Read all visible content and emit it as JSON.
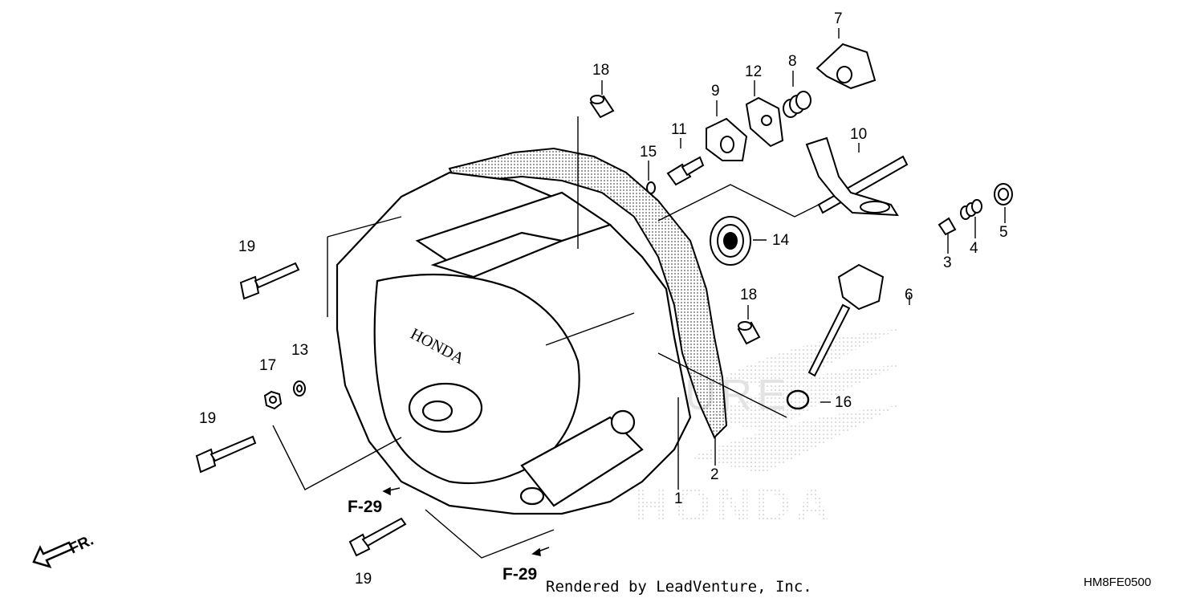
{
  "callouts": {
    "c1": "1",
    "c2": "2",
    "c3": "3",
    "c4": "4",
    "c5": "5",
    "c6": "6",
    "c7": "7",
    "c8": "8",
    "c9": "9",
    "c10": "10",
    "c11": "11",
    "c12": "12",
    "c13": "13",
    "c14": "14",
    "c15": "15",
    "c16": "16",
    "c17": "17",
    "c18a": "18",
    "c18b": "18",
    "c19a": "19",
    "c19b": "19",
    "c19c": "19"
  },
  "references": {
    "f29_left": "F-29",
    "f29_bottom": "F-29"
  },
  "direction": {
    "front_label": "FR."
  },
  "brand": {
    "cover_logo": "HONDA",
    "watermark_logo": "HONDA",
    "watermark_text": "LEADVENTURE"
  },
  "footer": {
    "rendered_by": "Rendered by LeadVenture, Inc.",
    "diagram_code": "HM8FE0500"
  }
}
